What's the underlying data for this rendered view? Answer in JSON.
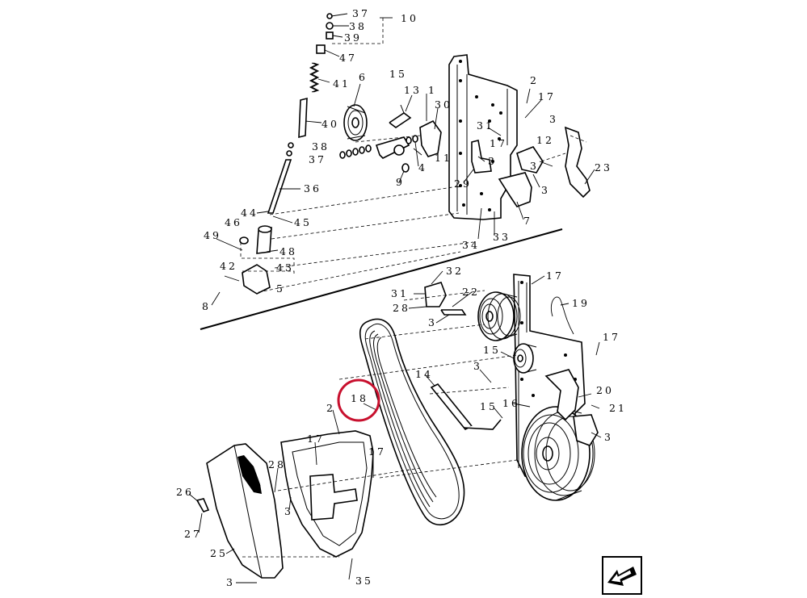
{
  "diagram": {
    "callouts": [
      {
        "id": "c37a",
        "text": "37"
      },
      {
        "id": "c10",
        "text": "10"
      },
      {
        "id": "c38a",
        "text": "38"
      },
      {
        "id": "c39",
        "text": "39"
      },
      {
        "id": "c47",
        "text": "47"
      },
      {
        "id": "c41",
        "text": "41"
      },
      {
        "id": "c6",
        "text": "6"
      },
      {
        "id": "c15a",
        "text": "15"
      },
      {
        "id": "c13",
        "text": "13"
      },
      {
        "id": "c1",
        "text": "1"
      },
      {
        "id": "c30",
        "text": "30"
      },
      {
        "id": "c2a",
        "text": "2"
      },
      {
        "id": "c17a",
        "text": "17"
      },
      {
        "id": "c40",
        "text": "40"
      },
      {
        "id": "c3a",
        "text": "3"
      },
      {
        "id": "c31",
        "text": "31"
      },
      {
        "id": "c38b",
        "text": "38"
      },
      {
        "id": "c37b",
        "text": "37"
      },
      {
        "id": "c11",
        "text": "11"
      },
      {
        "id": "c4",
        "text": "4"
      },
      {
        "id": "c17b",
        "text": "17"
      },
      {
        "id": "c12",
        "text": "12"
      },
      {
        "id": "c3b",
        "text": "3"
      },
      {
        "id": "c3c",
        "text": "3"
      },
      {
        "id": "c23",
        "text": "23"
      },
      {
        "id": "c9",
        "text": "9"
      },
      {
        "id": "c29",
        "text": "29"
      },
      {
        "id": "c3d",
        "text": "3"
      },
      {
        "id": "c36",
        "text": "36"
      },
      {
        "id": "c44",
        "text": "44"
      },
      {
        "id": "c46",
        "text": "46"
      },
      {
        "id": "c45",
        "text": "45"
      },
      {
        "id": "c7",
        "text": "7"
      },
      {
        "id": "c49",
        "text": "49"
      },
      {
        "id": "c34",
        "text": "34"
      },
      {
        "id": "c33",
        "text": "33"
      },
      {
        "id": "c48",
        "text": "48"
      },
      {
        "id": "c42",
        "text": "42"
      },
      {
        "id": "c43",
        "text": "43"
      },
      {
        "id": "c5",
        "text": "5"
      },
      {
        "id": "c8",
        "text": "8"
      },
      {
        "id": "c32",
        "text": "32"
      },
      {
        "id": "c17c",
        "text": "17"
      },
      {
        "id": "c31b",
        "text": "31"
      },
      {
        "id": "c22",
        "text": "22"
      },
      {
        "id": "c19",
        "text": "19"
      },
      {
        "id": "c28a",
        "text": "28"
      },
      {
        "id": "c3e",
        "text": "3"
      },
      {
        "id": "c17d",
        "text": "17"
      },
      {
        "id": "c15b",
        "text": "15"
      },
      {
        "id": "c3f",
        "text": "3"
      },
      {
        "id": "c14",
        "text": "14"
      },
      {
        "id": "c18",
        "text": "18"
      },
      {
        "id": "c20",
        "text": "20"
      },
      {
        "id": "c21",
        "text": "21"
      },
      {
        "id": "c16",
        "text": "16"
      },
      {
        "id": "c15c",
        "text": "15"
      },
      {
        "id": "c2b",
        "text": "2"
      },
      {
        "id": "c3g",
        "text": "3"
      },
      {
        "id": "c17e",
        "text": "17"
      },
      {
        "id": "c17f",
        "text": "17"
      },
      {
        "id": "c28b",
        "text": "28"
      },
      {
        "id": "c26",
        "text": "26"
      },
      {
        "id": "c3h",
        "text": "3"
      },
      {
        "id": "c27",
        "text": "27"
      },
      {
        "id": "c25",
        "text": "25"
      },
      {
        "id": "c3i",
        "text": "3"
      },
      {
        "id": "c35",
        "text": "35"
      }
    ],
    "highlighted_callout": "18",
    "highlight_color": "#c8102e",
    "nav_icon": "arrow-back-icon"
  }
}
